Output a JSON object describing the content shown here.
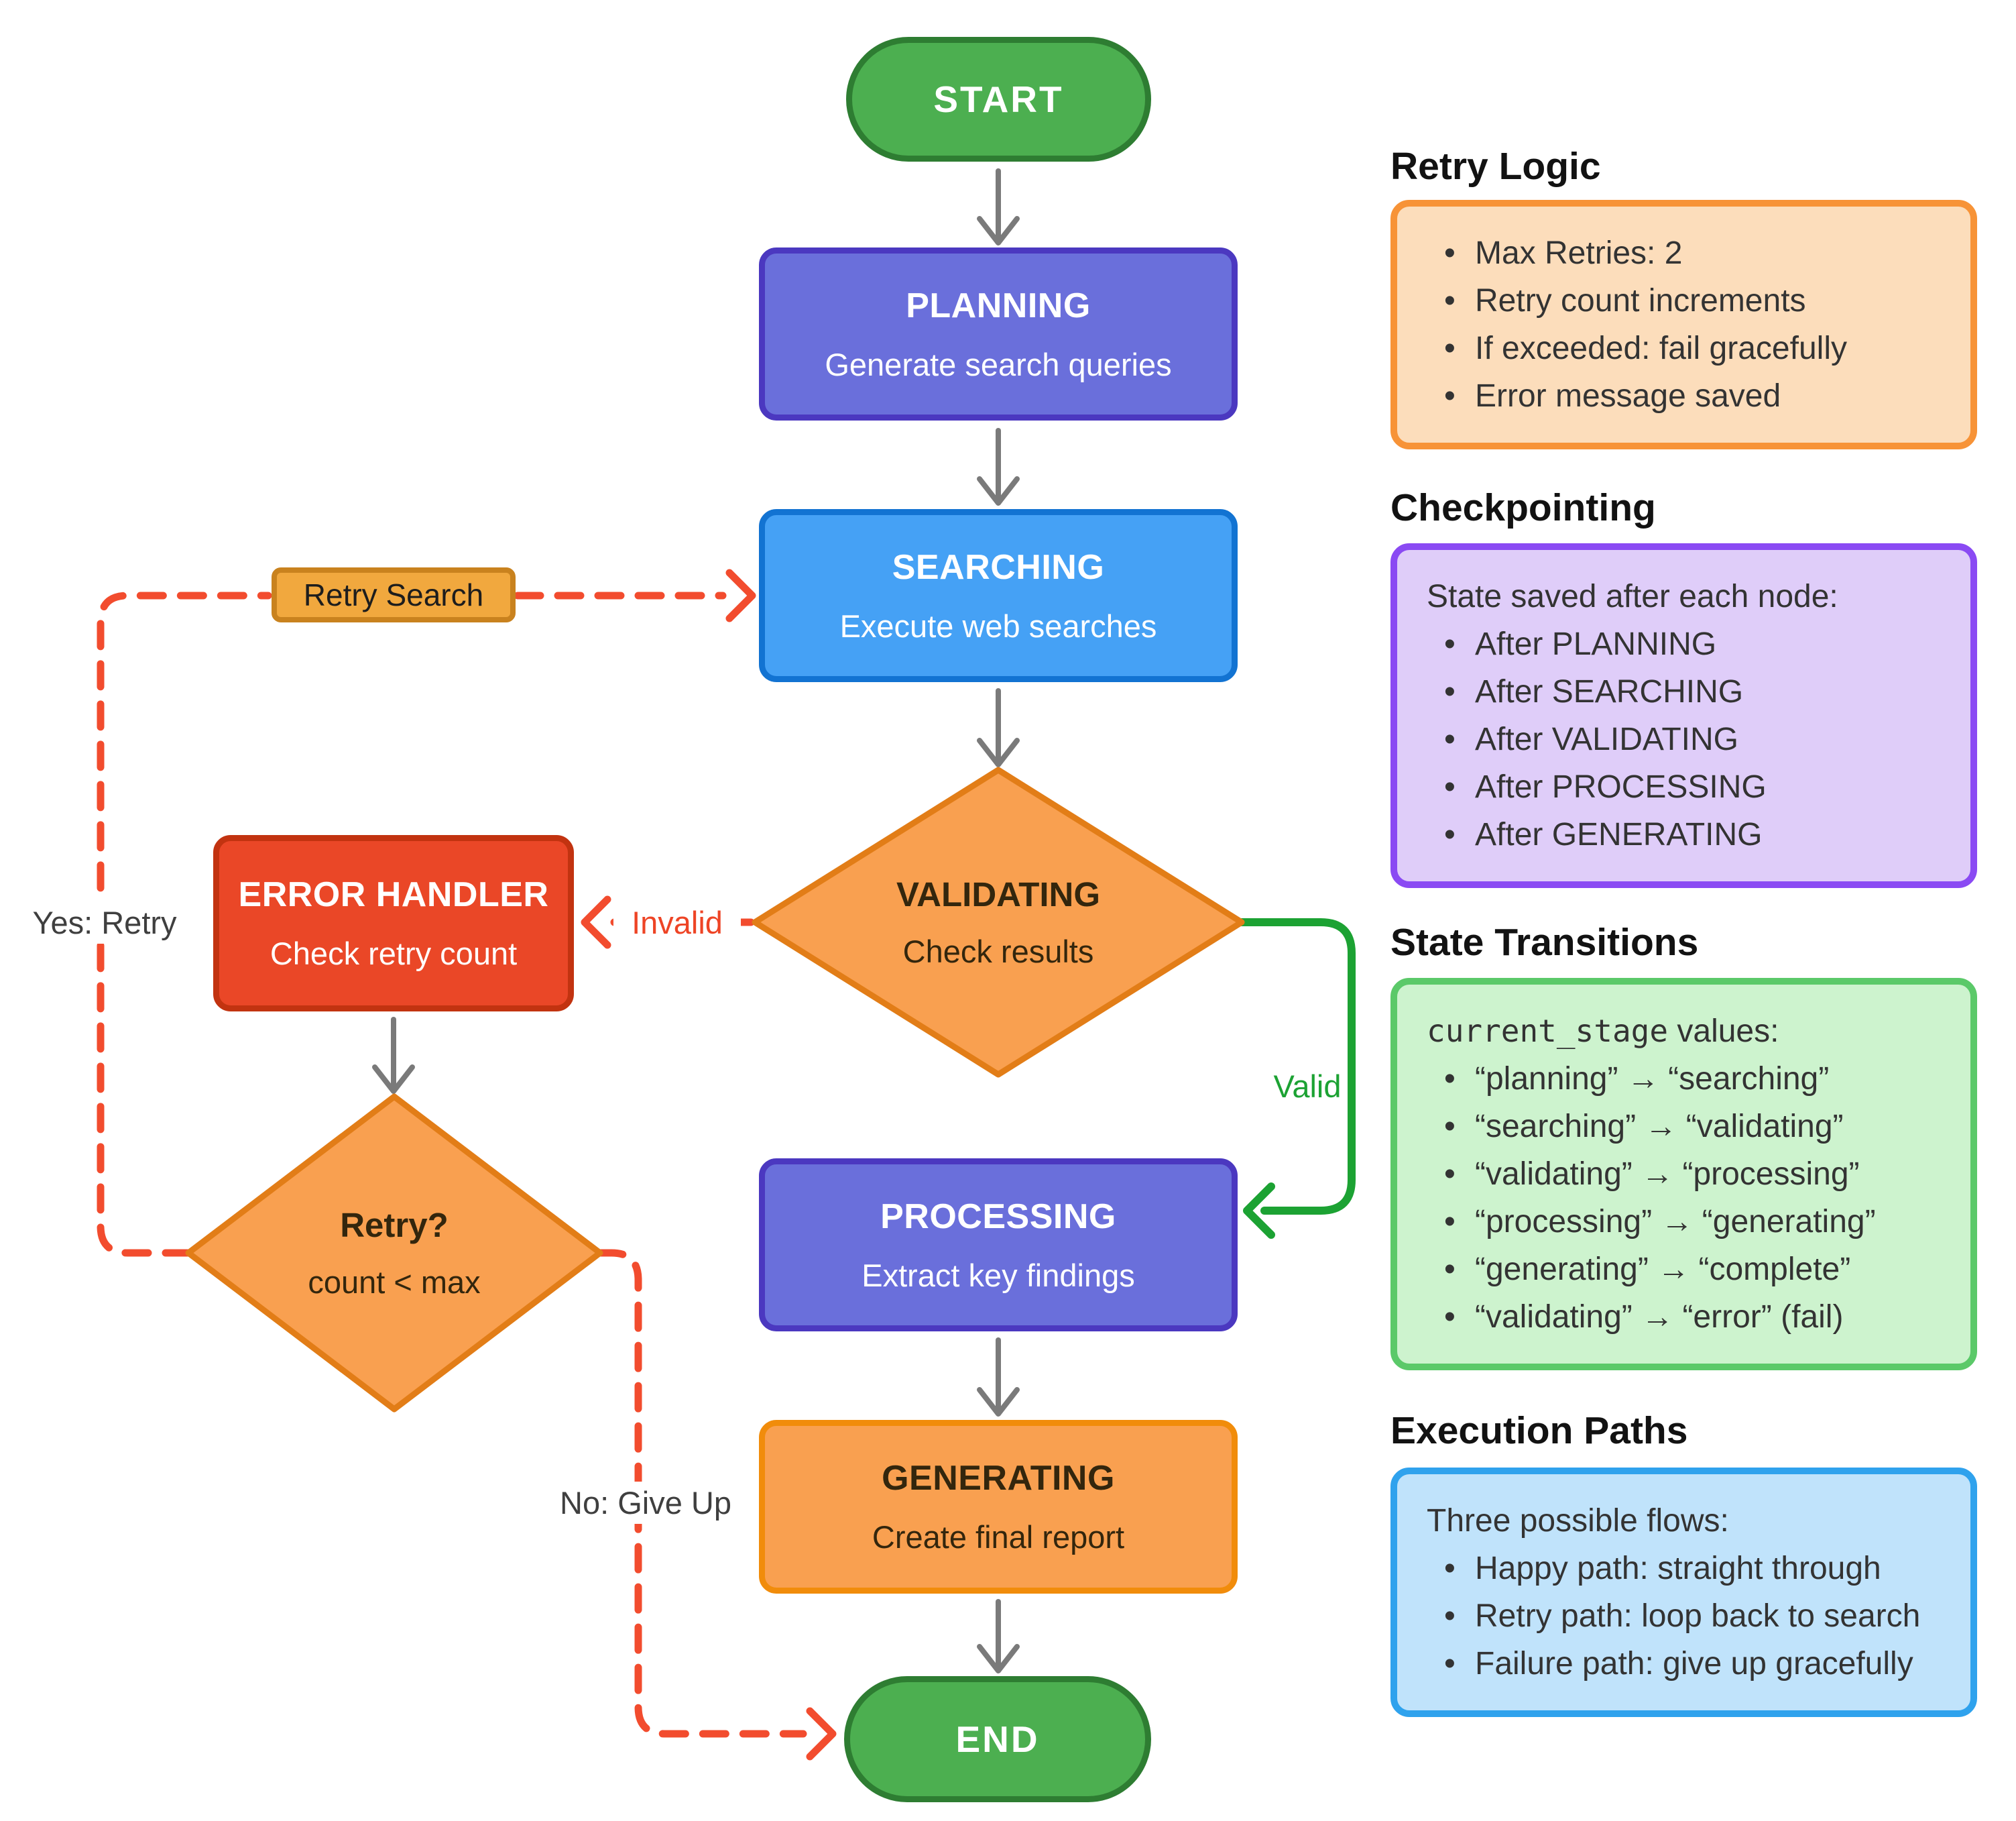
{
  "nodes": {
    "start": {
      "label": "START"
    },
    "planning": {
      "title": "PLANNING",
      "subtitle": "Generate search queries"
    },
    "searching": {
      "title": "SEARCHING",
      "subtitle": "Execute web searches"
    },
    "validating": {
      "title": "VALIDATING",
      "subtitle": "Check results"
    },
    "error_handler": {
      "title": "ERROR HANDLER",
      "subtitle": "Check retry count"
    },
    "retry_decision": {
      "title": "Retry?",
      "subtitle": "count < max"
    },
    "processing": {
      "title": "PROCESSING",
      "subtitle": "Extract key findings"
    },
    "generating": {
      "title": "GENERATING",
      "subtitle": "Create final report"
    },
    "end": {
      "label": "END"
    }
  },
  "edge_labels": {
    "retry_search": "Retry Search",
    "yes_retry": "Yes: Retry",
    "no_give_up": "No: Give Up",
    "invalid": "Invalid",
    "valid": "Valid"
  },
  "panels": [
    {
      "title": "Retry Logic",
      "items": [
        "Max Retries: 2",
        "Retry count increments",
        "If exceeded: fail gracefully",
        "Error message saved"
      ]
    },
    {
      "title": "Checkpointing",
      "intro": "State saved after each node:",
      "items": [
        "After PLANNING",
        "After SEARCHING",
        "After VALIDATING",
        "After PROCESSING",
        "After GENERATING"
      ]
    },
    {
      "title": "State Transitions",
      "intro_code": "current_stage",
      "intro_rest": " values:",
      "items": [
        "“planning” → “searching”",
        "“searching” → “validating”",
        "“validating” → “processing”",
        "“processing” → “generating”",
        "“generating” → “complete”",
        "“validating” → “error” (fail)"
      ]
    },
    {
      "title": "Execution Paths",
      "intro": "Three possible flows:",
      "items": [
        "Happy path: straight through",
        "Retry path: loop back to search",
        "Failure path: give up gracefully"
      ]
    }
  ],
  "colors": {
    "start_end_fill": "#4CAF50",
    "start_end_border": "#2E7D32",
    "purple_fill": "#6A6FDB",
    "purple_border": "#4B38C0",
    "blue_fill": "#45A1F5",
    "blue_border": "#1273D2",
    "orange_fill": "#F9A050",
    "orange_diamond_border": "#E27D17",
    "orange_box_border": "#F18C0B",
    "error_fill": "#EA4727",
    "error_border": "#C23310",
    "retry_chip_fill": "#F1A83E",
    "retry_chip_border": "#C9821E",
    "dashed_red": "#F24C2E",
    "valid_green": "#1CA233",
    "arrow_gray": "#7A7A7A",
    "panel_retry_bg": "#FCDDBB",
    "panel_retry_border": "#F79337",
    "panel_checkpoint_bg": "#DFCDF9",
    "panel_checkpoint_border": "#8A4AF3",
    "panel_state_bg": "#CDF3CE",
    "panel_state_border": "#5BC969",
    "panel_exec_bg": "#C0E3FB",
    "panel_exec_border": "#2FA2ED"
  }
}
